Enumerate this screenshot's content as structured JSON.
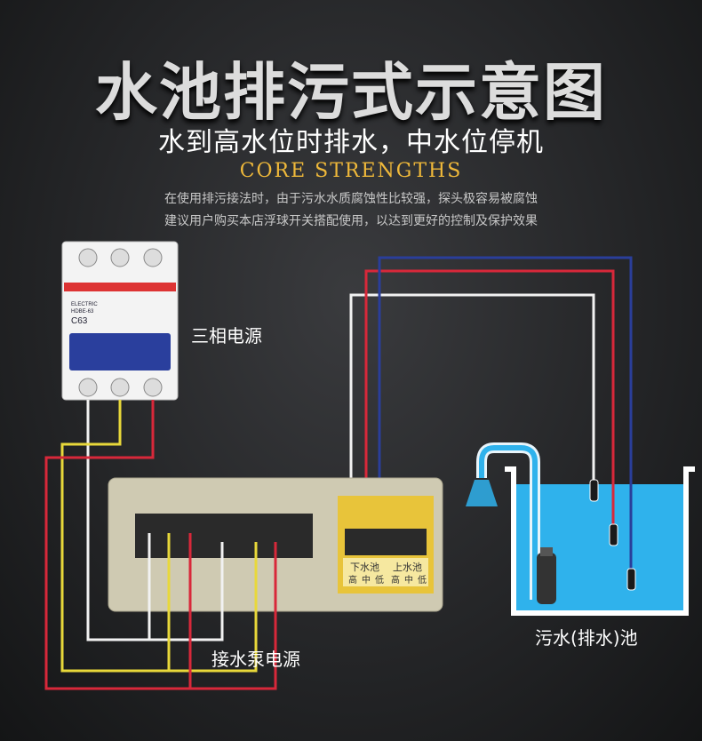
{
  "title": "水池排污式示意图",
  "subtitle": "水到高水位时排水，中水位停机",
  "core_heading": "CORE STRENGTHS",
  "description": [
    "在使用排污接法时，由于污水水质腐蚀性比较强，探头极容易被腐蚀",
    "建议用户购买本店浮球开关搭配使用，以达到更好的控制及保护效果"
  ],
  "labels": {
    "three_phase_power": "三相电源",
    "pump_power": "接水泵电源",
    "sewage_pool": "污水(排水)池"
  },
  "breaker": {
    "brand": "ELECTRIC",
    "model": "HDBE-63",
    "rating": "C63"
  },
  "controller_terminals": {
    "lower_pool": "下水池",
    "upper_pool": "上水池",
    "levels": [
      "高",
      "中",
      "低",
      "高",
      "中",
      "低"
    ]
  },
  "colors": {
    "wire_white": "#f2f2f2",
    "wire_yellow": "#e8d83a",
    "wire_red": "#d8283a",
    "wire_blue": "#2a3e9a",
    "water": "#2fb2ec",
    "box": "#cfcab2",
    "title": "#dcdcdc",
    "accent": "#f0b93a"
  }
}
